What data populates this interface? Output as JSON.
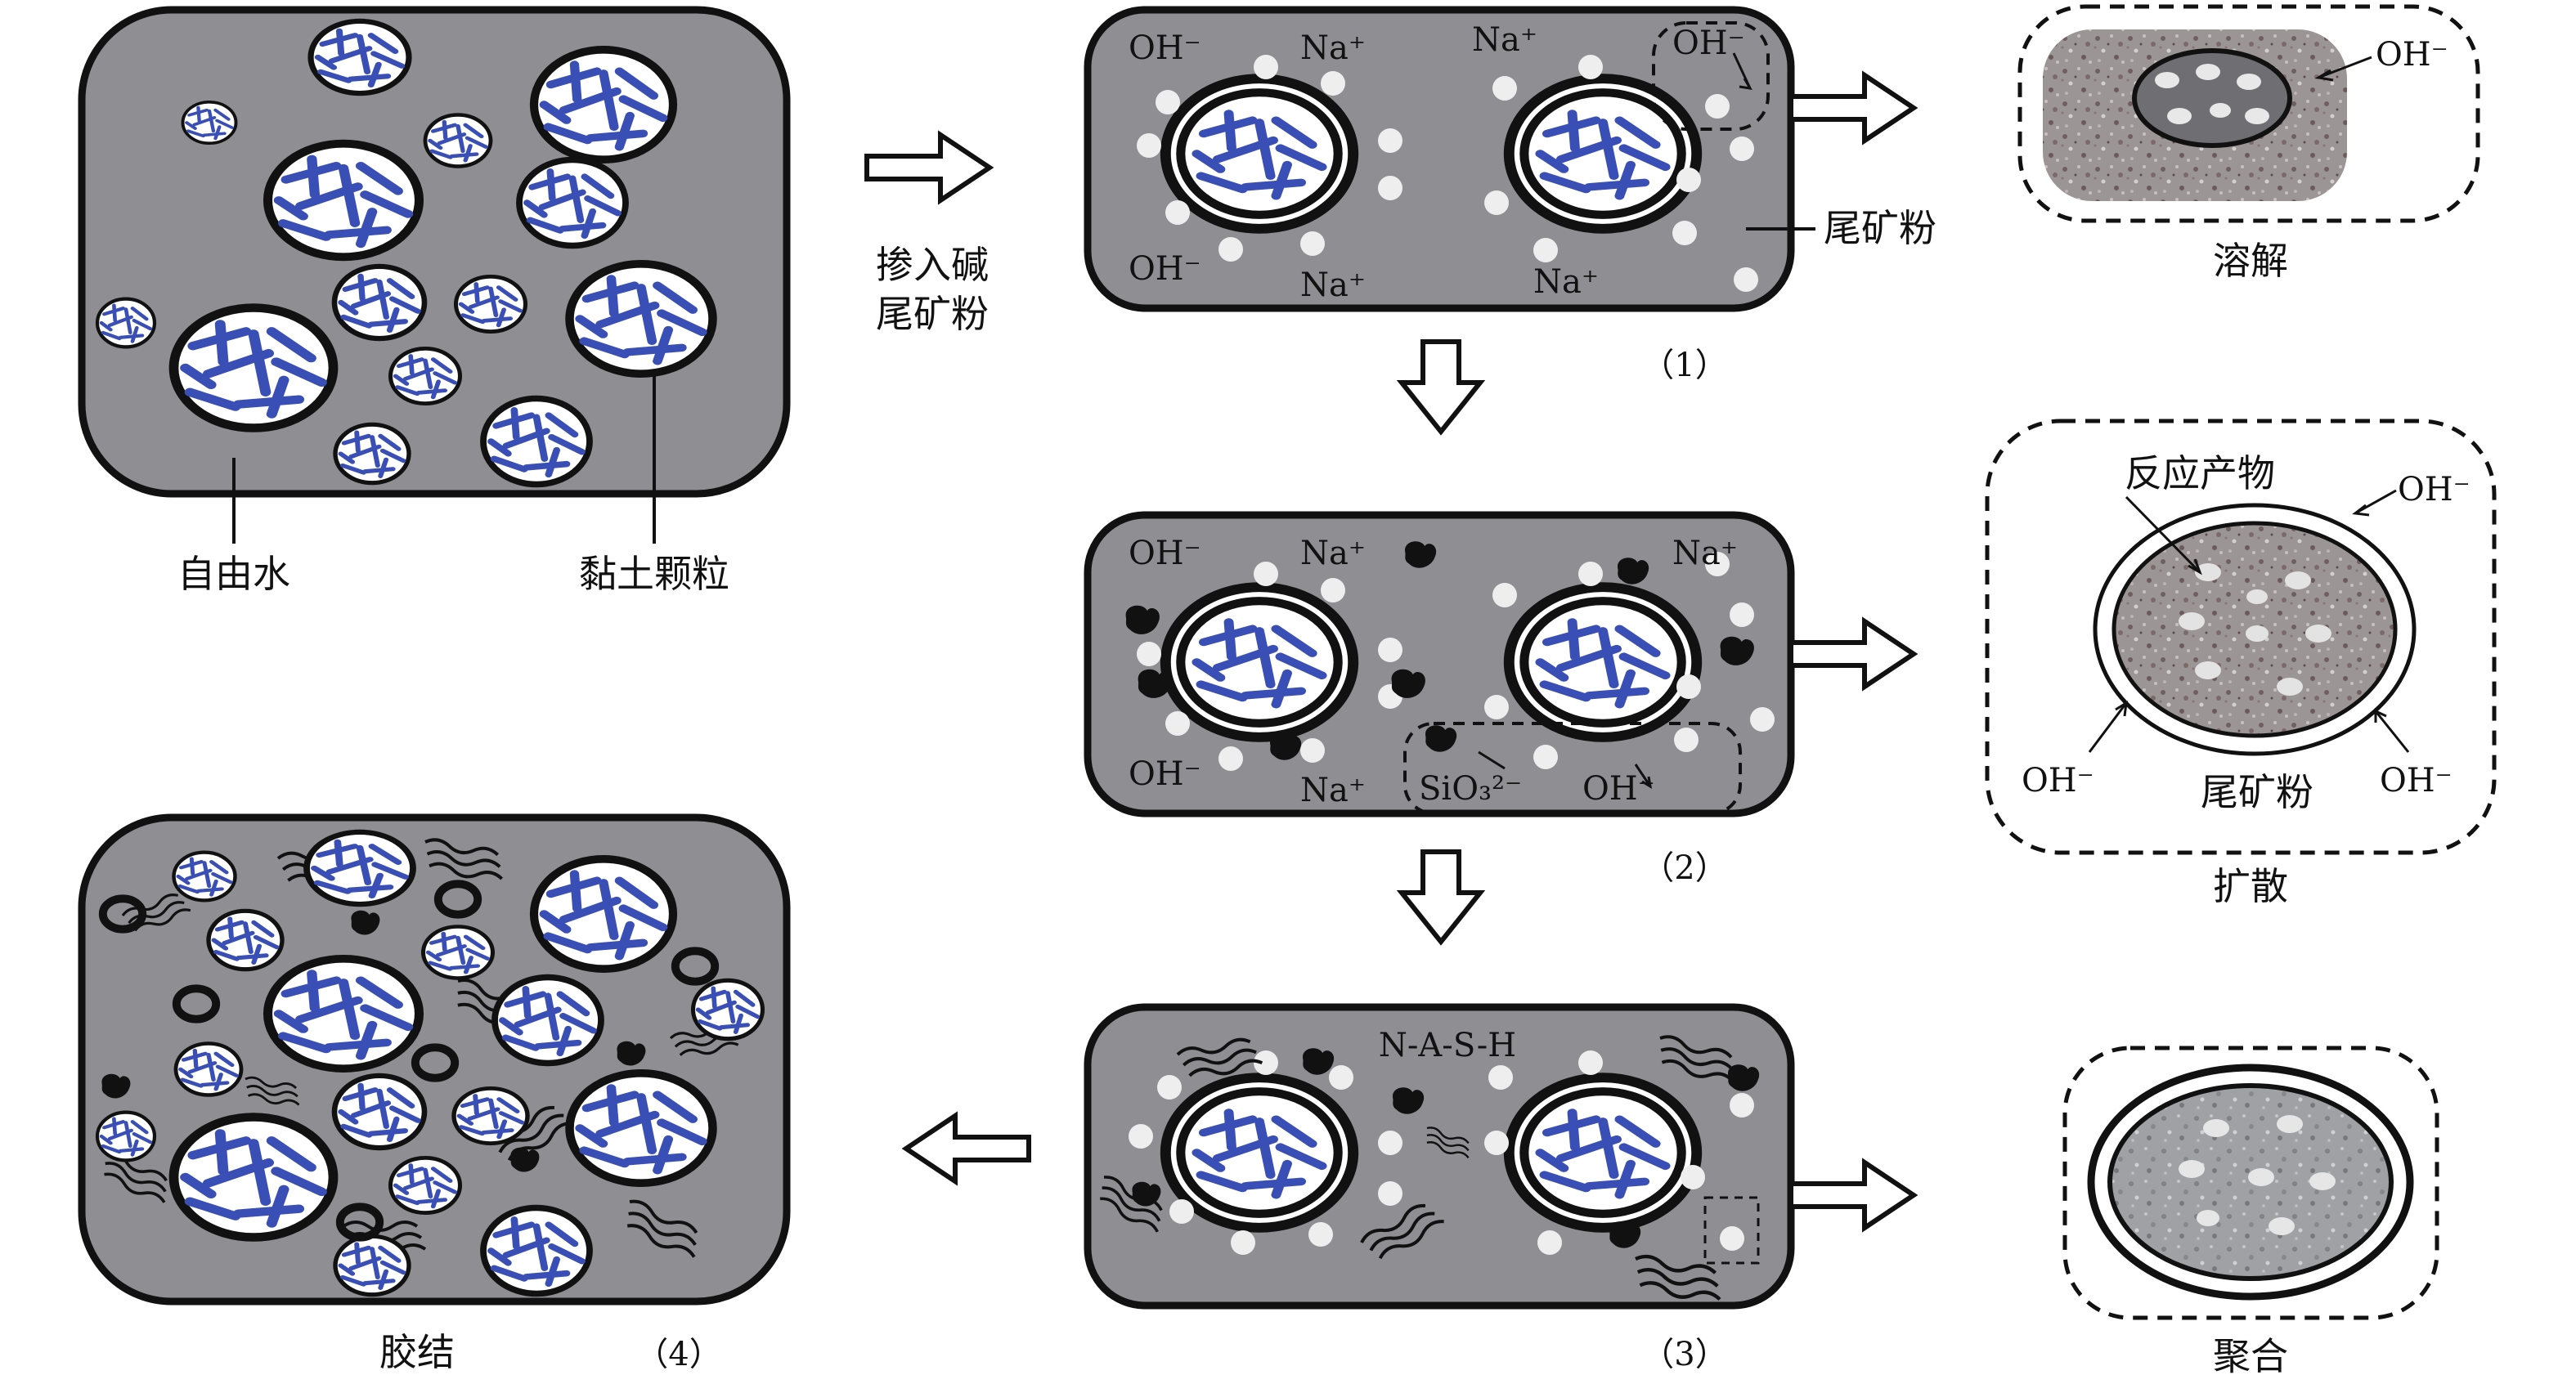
{
  "colors": {
    "matrix": "#8f8f93",
    "outline": "#111111",
    "clay_fill": "#ffffff",
    "flake": "#3a4fb5",
    "tailings_texture": "#a09a98",
    "ion_dot": "#eeeeee"
  },
  "labels": {
    "free_water": "自由水",
    "clay_particle": "黏土颗粒",
    "add_alkali_line1": "掺入碱",
    "add_alkali_line2": "尾矿粉",
    "tailings_powder": "尾矿粉",
    "oh": "OH⁻",
    "na": "Na⁺",
    "sio3": "SiO₃²⁻",
    "nash": "N-A-S-H",
    "reaction_product": "反应产物",
    "stage1": "（1）",
    "stage2": "（2）",
    "stage3": "（3）",
    "stage4": "（4）",
    "dissolve": "溶解",
    "diffuse": "扩散",
    "polymerize": "聚合",
    "cement": "胶结"
  }
}
